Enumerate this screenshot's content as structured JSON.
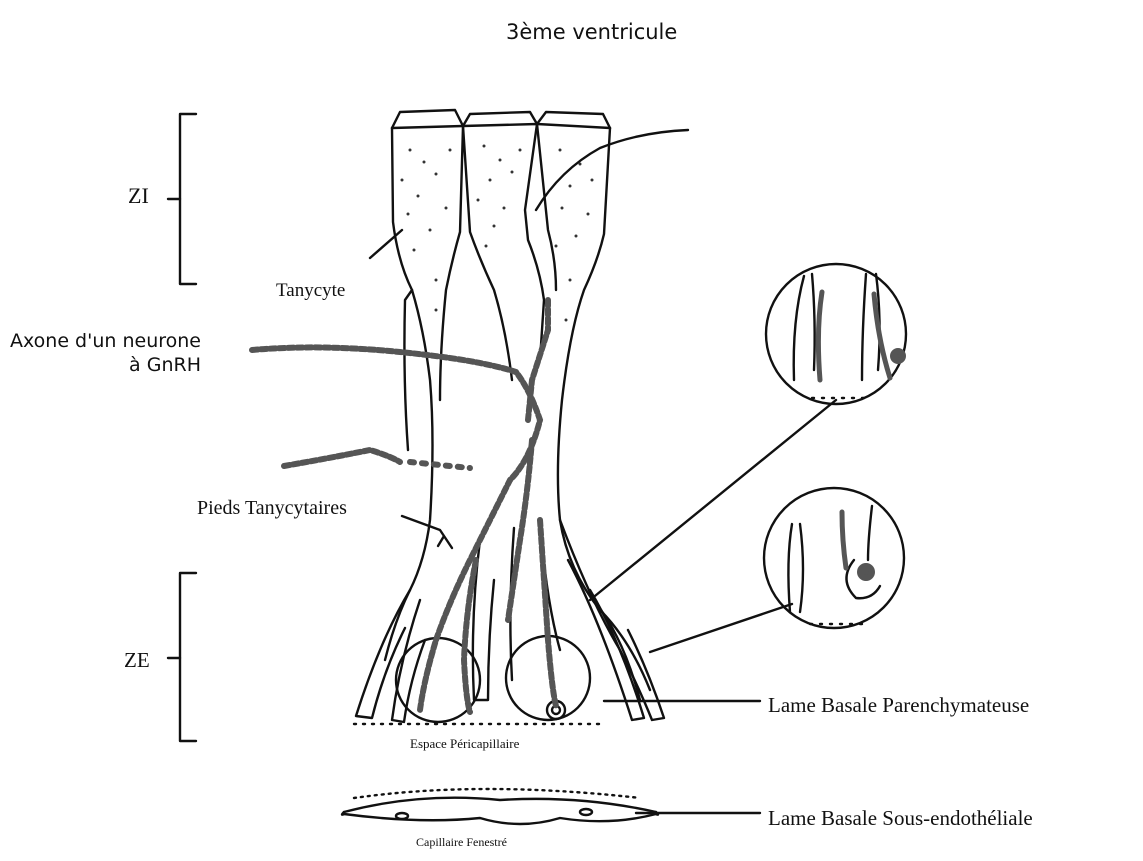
{
  "title": "3ème ventricule",
  "labels": {
    "zi": "ZI",
    "ze": "ZE",
    "tanycyte": "Tanycyte",
    "axone_line1": "Axone d'un neurone",
    "axone_line2": "à GnRH",
    "pieds": "Pieds Tanycytaires",
    "lame_parenchymateuse": "Lame Basale Parenchymateuse",
    "espace_pericapillaire": "Espace Péricapillaire",
    "lame_sous_endotheliale": "Lame Basale Sous-endothéliale",
    "capillaire_fenestre": "Capillaire Fenestré"
  },
  "colors": {
    "ink": "#111111",
    "axon": "#555555",
    "background": "#ffffff"
  }
}
